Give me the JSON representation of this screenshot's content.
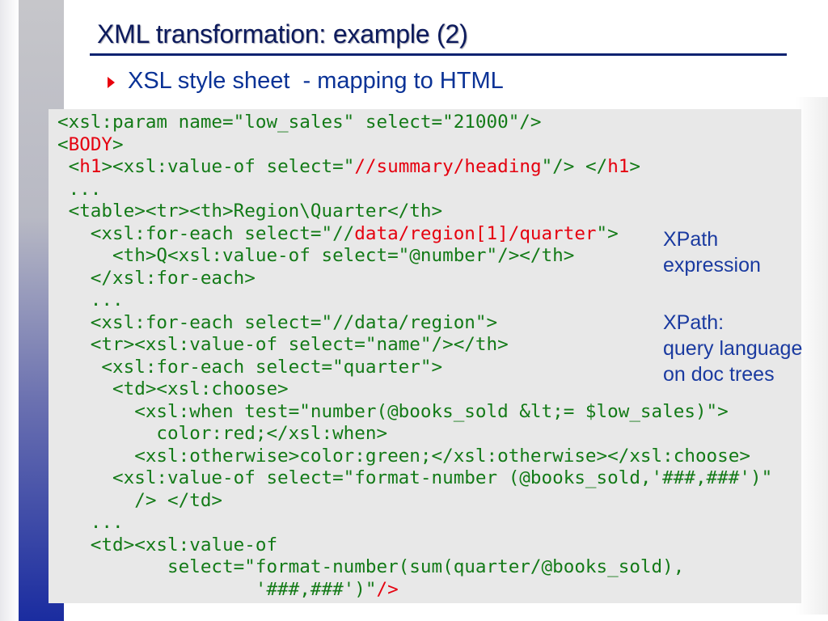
{
  "slide": {
    "title": "XML transformation: example (2)",
    "bullet": "XSL style sheet  - mapping to HTML"
  },
  "colors": {
    "g": "#137a17",
    "r": "#e5000f"
  },
  "code_lines": [
    [
      {
        "t": "<xsl:param name=\"low_sales\" select=\"21000\"/>",
        "c": "g"
      }
    ],
    [
      {
        "t": "<",
        "c": "g"
      },
      {
        "t": "BODY",
        "c": "r"
      },
      {
        "t": ">",
        "c": "g"
      }
    ],
    [
      {
        "t": " <",
        "c": "g"
      },
      {
        "t": "h1",
        "c": "r"
      },
      {
        "t": "><xsl:value-of select=\"",
        "c": "g"
      },
      {
        "t": "//summary/heading",
        "c": "r"
      },
      {
        "t": "\"/> </",
        "c": "g"
      },
      {
        "t": "h1",
        "c": "r"
      },
      {
        "t": ">",
        "c": "g"
      }
    ],
    [
      {
        "t": " ...",
        "c": "g"
      }
    ],
    [
      {
        "t": " <table><tr><th>Region\\Quarter</th>",
        "c": "g"
      }
    ],
    [
      {
        "t": "   <xsl:for-each select=\"//",
        "c": "g"
      },
      {
        "t": "data/region[1]/quarter",
        "c": "r"
      },
      {
        "t": "\">",
        "c": "g"
      }
    ],
    [
      {
        "t": "     <th>Q<xsl:value-of select=\"@number\"/></th>",
        "c": "g"
      }
    ],
    [
      {
        "t": "   </xsl:for-each>",
        "c": "g"
      }
    ],
    [
      {
        "t": "   ...",
        "c": "g"
      }
    ],
    [
      {
        "t": "   <xsl:for-each select=\"//data/region\">",
        "c": "g"
      }
    ],
    [
      {
        "t": "   <tr><xsl:value-of select=\"name\"/></th>",
        "c": "g"
      }
    ],
    [
      {
        "t": "    <xsl:for-each select=\"quarter\">",
        "c": "g"
      }
    ],
    [
      {
        "t": "     <td><xsl:choose>",
        "c": "g"
      }
    ],
    [
      {
        "t": "       <xsl:when test=\"number(@books_sold &lt;= $low_sales)\">",
        "c": "g"
      }
    ],
    [
      {
        "t": "         color:red;</xsl:when>",
        "c": "g"
      }
    ],
    [
      {
        "t": "       <xsl:otherwise>color:green;</xsl:otherwise></xsl:choose>",
        "c": "g"
      }
    ],
    [
      {
        "t": "     <xsl:value-of select=\"format-number (@books_sold,'###,###')\"",
        "c": "g"
      }
    ],
    [
      {
        "t": "       /> </td>",
        "c": "g"
      }
    ],
    [
      {
        "t": "   ...",
        "c": "g"
      }
    ],
    [
      {
        "t": "   <td><xsl:value-of",
        "c": "g"
      }
    ],
    [
      {
        "t": "          select=\"format-number(sum(quarter/@books_sold),",
        "c": "g"
      }
    ],
    [
      {
        "t": "                  '###,###')\"",
        "c": "g"
      },
      {
        "t": "/>",
        "c": "r"
      }
    ]
  ],
  "notes": {
    "xpath_expression": [
      "XPath",
      "expression"
    ],
    "xpath_definition": [
      "XPath:",
      "query language",
      "on doc trees"
    ]
  }
}
